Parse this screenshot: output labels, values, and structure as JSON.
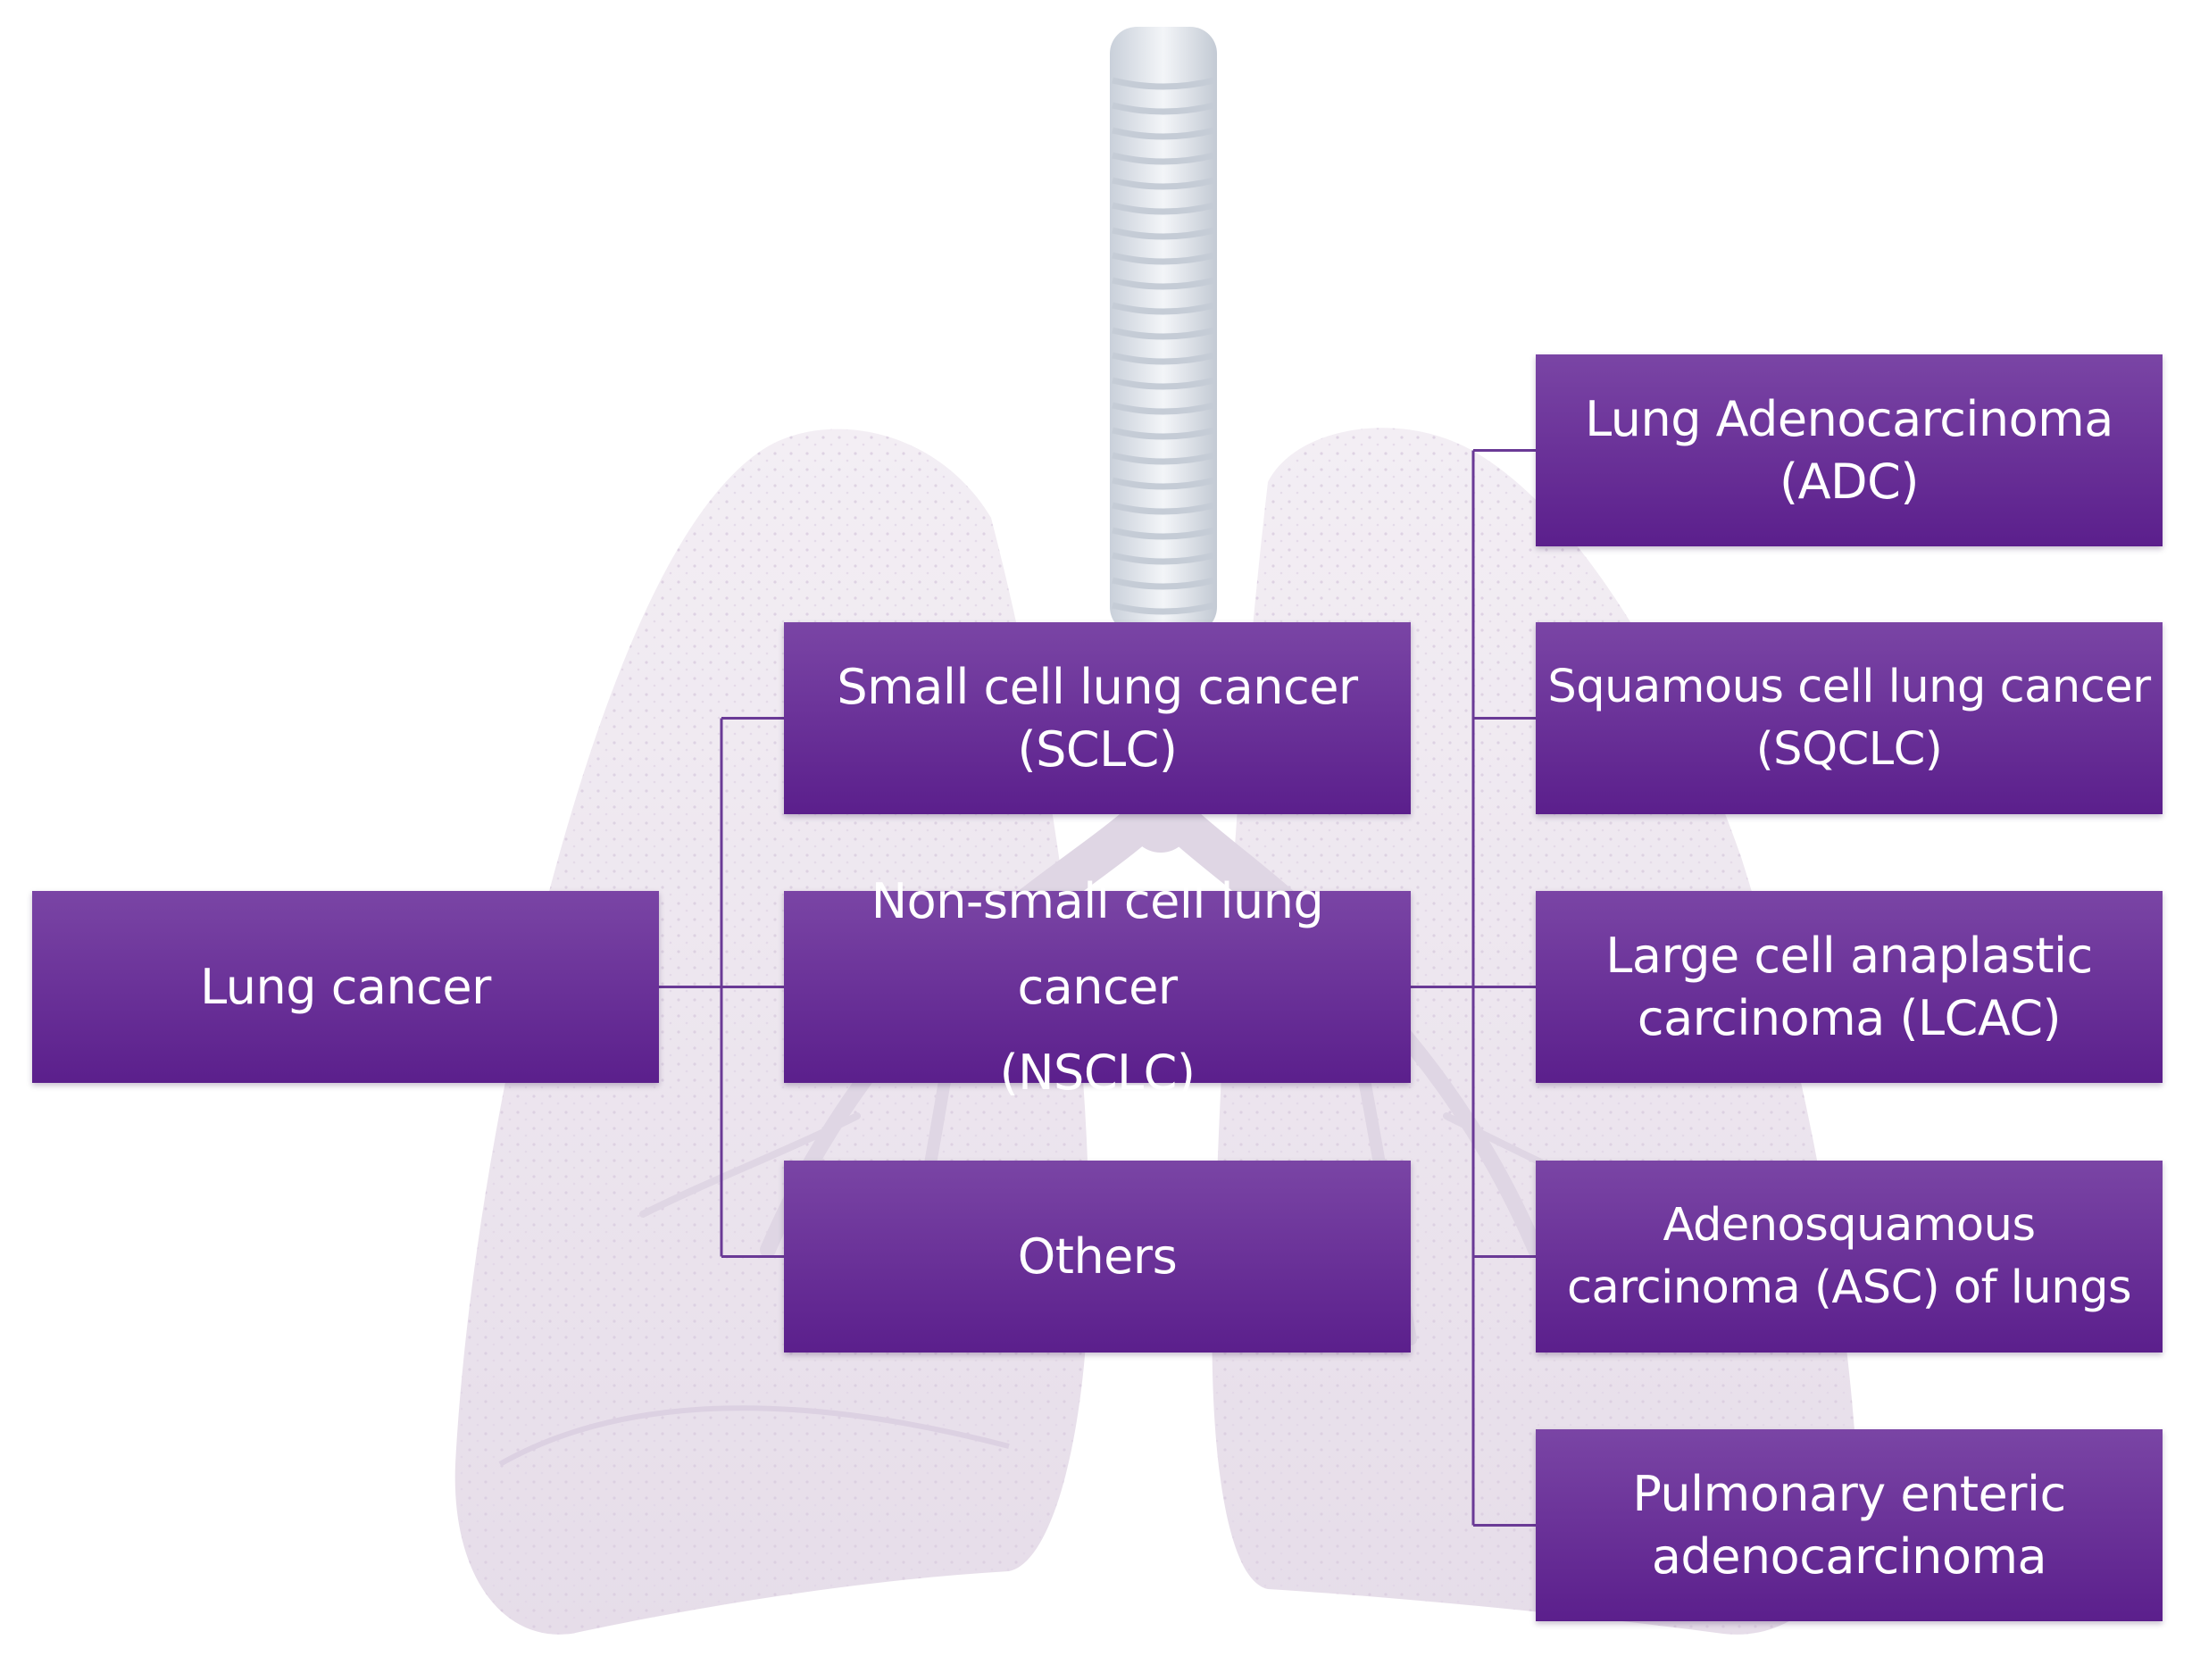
{
  "colors": {
    "box_top": "#7a45a5",
    "box_bottom": "#5b1f8c",
    "connector": "#6a3a96",
    "lung_fill": "#ede6ef",
    "lung_detail": "#ddd2e2",
    "trachea_light": "#e9edf3",
    "trachea_dark": "#c5ccd6"
  },
  "illustration": {
    "name": "lungs-and-trachea-background",
    "icon": "lungs-icon"
  },
  "diagram": {
    "root": {
      "label": "Lung cancer"
    },
    "level1": [
      {
        "label": "Small cell lung cancer\n(SCLC)"
      },
      {
        "label": "Non-small cell lung cancer\n(NSCLC)"
      },
      {
        "label": "Others"
      }
    ],
    "level2": [
      {
        "label": "Lung Adenocarcinoma\n(ADC)"
      },
      {
        "label": "Squamous cell lung cancer\n(SQCLC)"
      },
      {
        "label": "Large cell anaplastic\ncarcinoma (LCAC)"
      },
      {
        "label": "Adenosquamous\ncarcinoma (ASC) of lungs"
      },
      {
        "label": "Pulmonary enteric\nadenocarcinoma"
      }
    ]
  }
}
